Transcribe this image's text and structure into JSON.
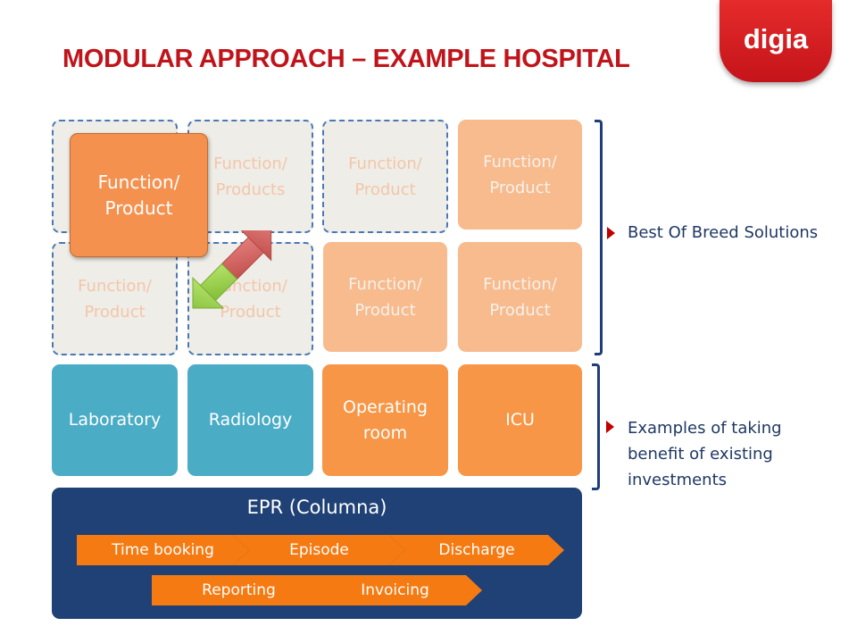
{
  "title": "MODULAR APPROACH – EXAMPLE HOSPITAL",
  "logo_text": "digia",
  "grid": {
    "active": "Function/\nProduct",
    "r1c2": "Function/\nProducts",
    "r1c3": "Function/\nProduct",
    "r1c4": "Function/\nProduct",
    "r2c1": "Function/\nProduct",
    "r2c2": "Function/\nProduct",
    "r2c3": "Function/\nProduct",
    "r2c4": "Function/\nProduct"
  },
  "best_of_breed": "Best Of Breed Solutions",
  "departments": {
    "laboratory": "Laboratory",
    "radiology": "Radiology",
    "operating_room": "Operating\nroom",
    "icu": "ICU"
  },
  "examples": "Examples of taking\nbenefit of existing\ninvestments",
  "epr": {
    "title": "EPR (Columna)",
    "time_booking": "Time booking",
    "episode": "Episode",
    "discharge": "Discharge",
    "reporting": "Reporting",
    "invoicing": "Invoicing"
  },
  "colors": {
    "title_red": "#c0141b",
    "navy": "#1f4176",
    "teal": "#4bacc6",
    "orange": "#f79646",
    "chevron": "#f57a12"
  },
  "icons": [
    "swap-arrows-icon",
    "marker-triangle-icon"
  ]
}
